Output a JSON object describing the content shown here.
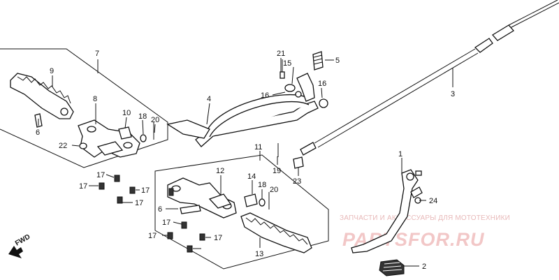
{
  "watermark": {
    "top_line": "ЗАПЧАСТИ И АКСЕССУАРЫ ДЛЯ МОТОТЕХНИКИ",
    "brand": "PARTSFOR.RU"
  },
  "direction_marker": "FWD",
  "callouts": {
    "c1": "1",
    "c2": "2",
    "c3": "3",
    "c4": "4",
    "c5": "5",
    "c6a": "6",
    "c6b": "6",
    "c7": "7",
    "c8": "8",
    "c9": "9",
    "c10": "10",
    "c11": "11",
    "c12": "12",
    "c13": "13",
    "c14": "14",
    "c15": "15",
    "c16a": "16",
    "c16b": "16",
    "c17a": "17",
    "c17b": "17",
    "c17c": "17",
    "c17d": "17",
    "c17e": "17",
    "c17f": "17",
    "c17g": "17",
    "c18a": "18",
    "c18b": "18",
    "c19": "19",
    "c20a": "20",
    "c20b": "20",
    "c21": "21",
    "c22": "22",
    "c23": "23",
    "c24": "24"
  }
}
